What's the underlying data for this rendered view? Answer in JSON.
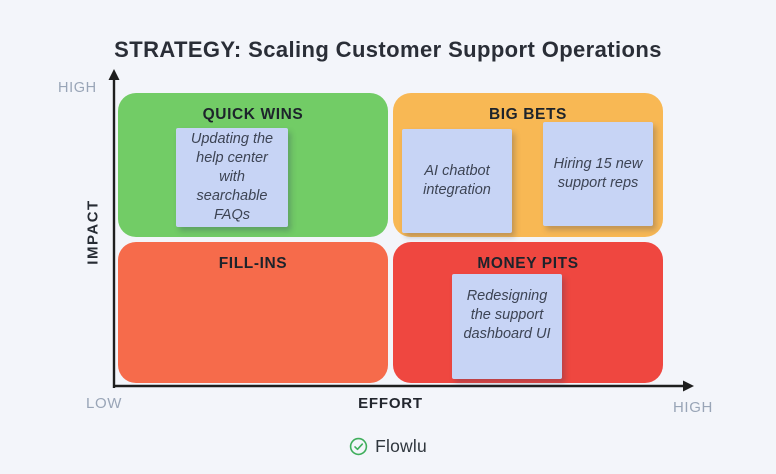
{
  "title": "STRATEGY: Scaling Customer Support Operations",
  "matrix": {
    "y_axis": {
      "top_label": "HIGH",
      "title": "IMPACT"
    },
    "x_axis": {
      "left_label": "LOW",
      "title": "EFFORT",
      "right_label": "HIGH"
    },
    "quadrants": [
      {
        "label": "QUICK WINS",
        "color": "#72cc66",
        "notes": [
          "Updating the help center with searchable FAQs"
        ]
      },
      {
        "label": "BIG BETS",
        "color": "#f8b854",
        "notes": [
          "AI chatbot integration",
          "Hiring 15 new support reps"
        ]
      },
      {
        "label": "FILL-INS",
        "color": "#f66b4b",
        "notes": []
      },
      {
        "label": "MONEY PITS",
        "color": "#ef4740",
        "notes": [
          "Redesigning the support dashboard UI"
        ]
      }
    ],
    "sticky_note_color": "#c7d4f5"
  },
  "footer": {
    "brand": "Flowlu",
    "brand_icon_color": "#3fae5c"
  },
  "colors": {
    "background": "#f3f5fa",
    "axis_line": "#1e1e1e",
    "muted_label": "#99a5b7",
    "title_text": "#2a2e37"
  }
}
